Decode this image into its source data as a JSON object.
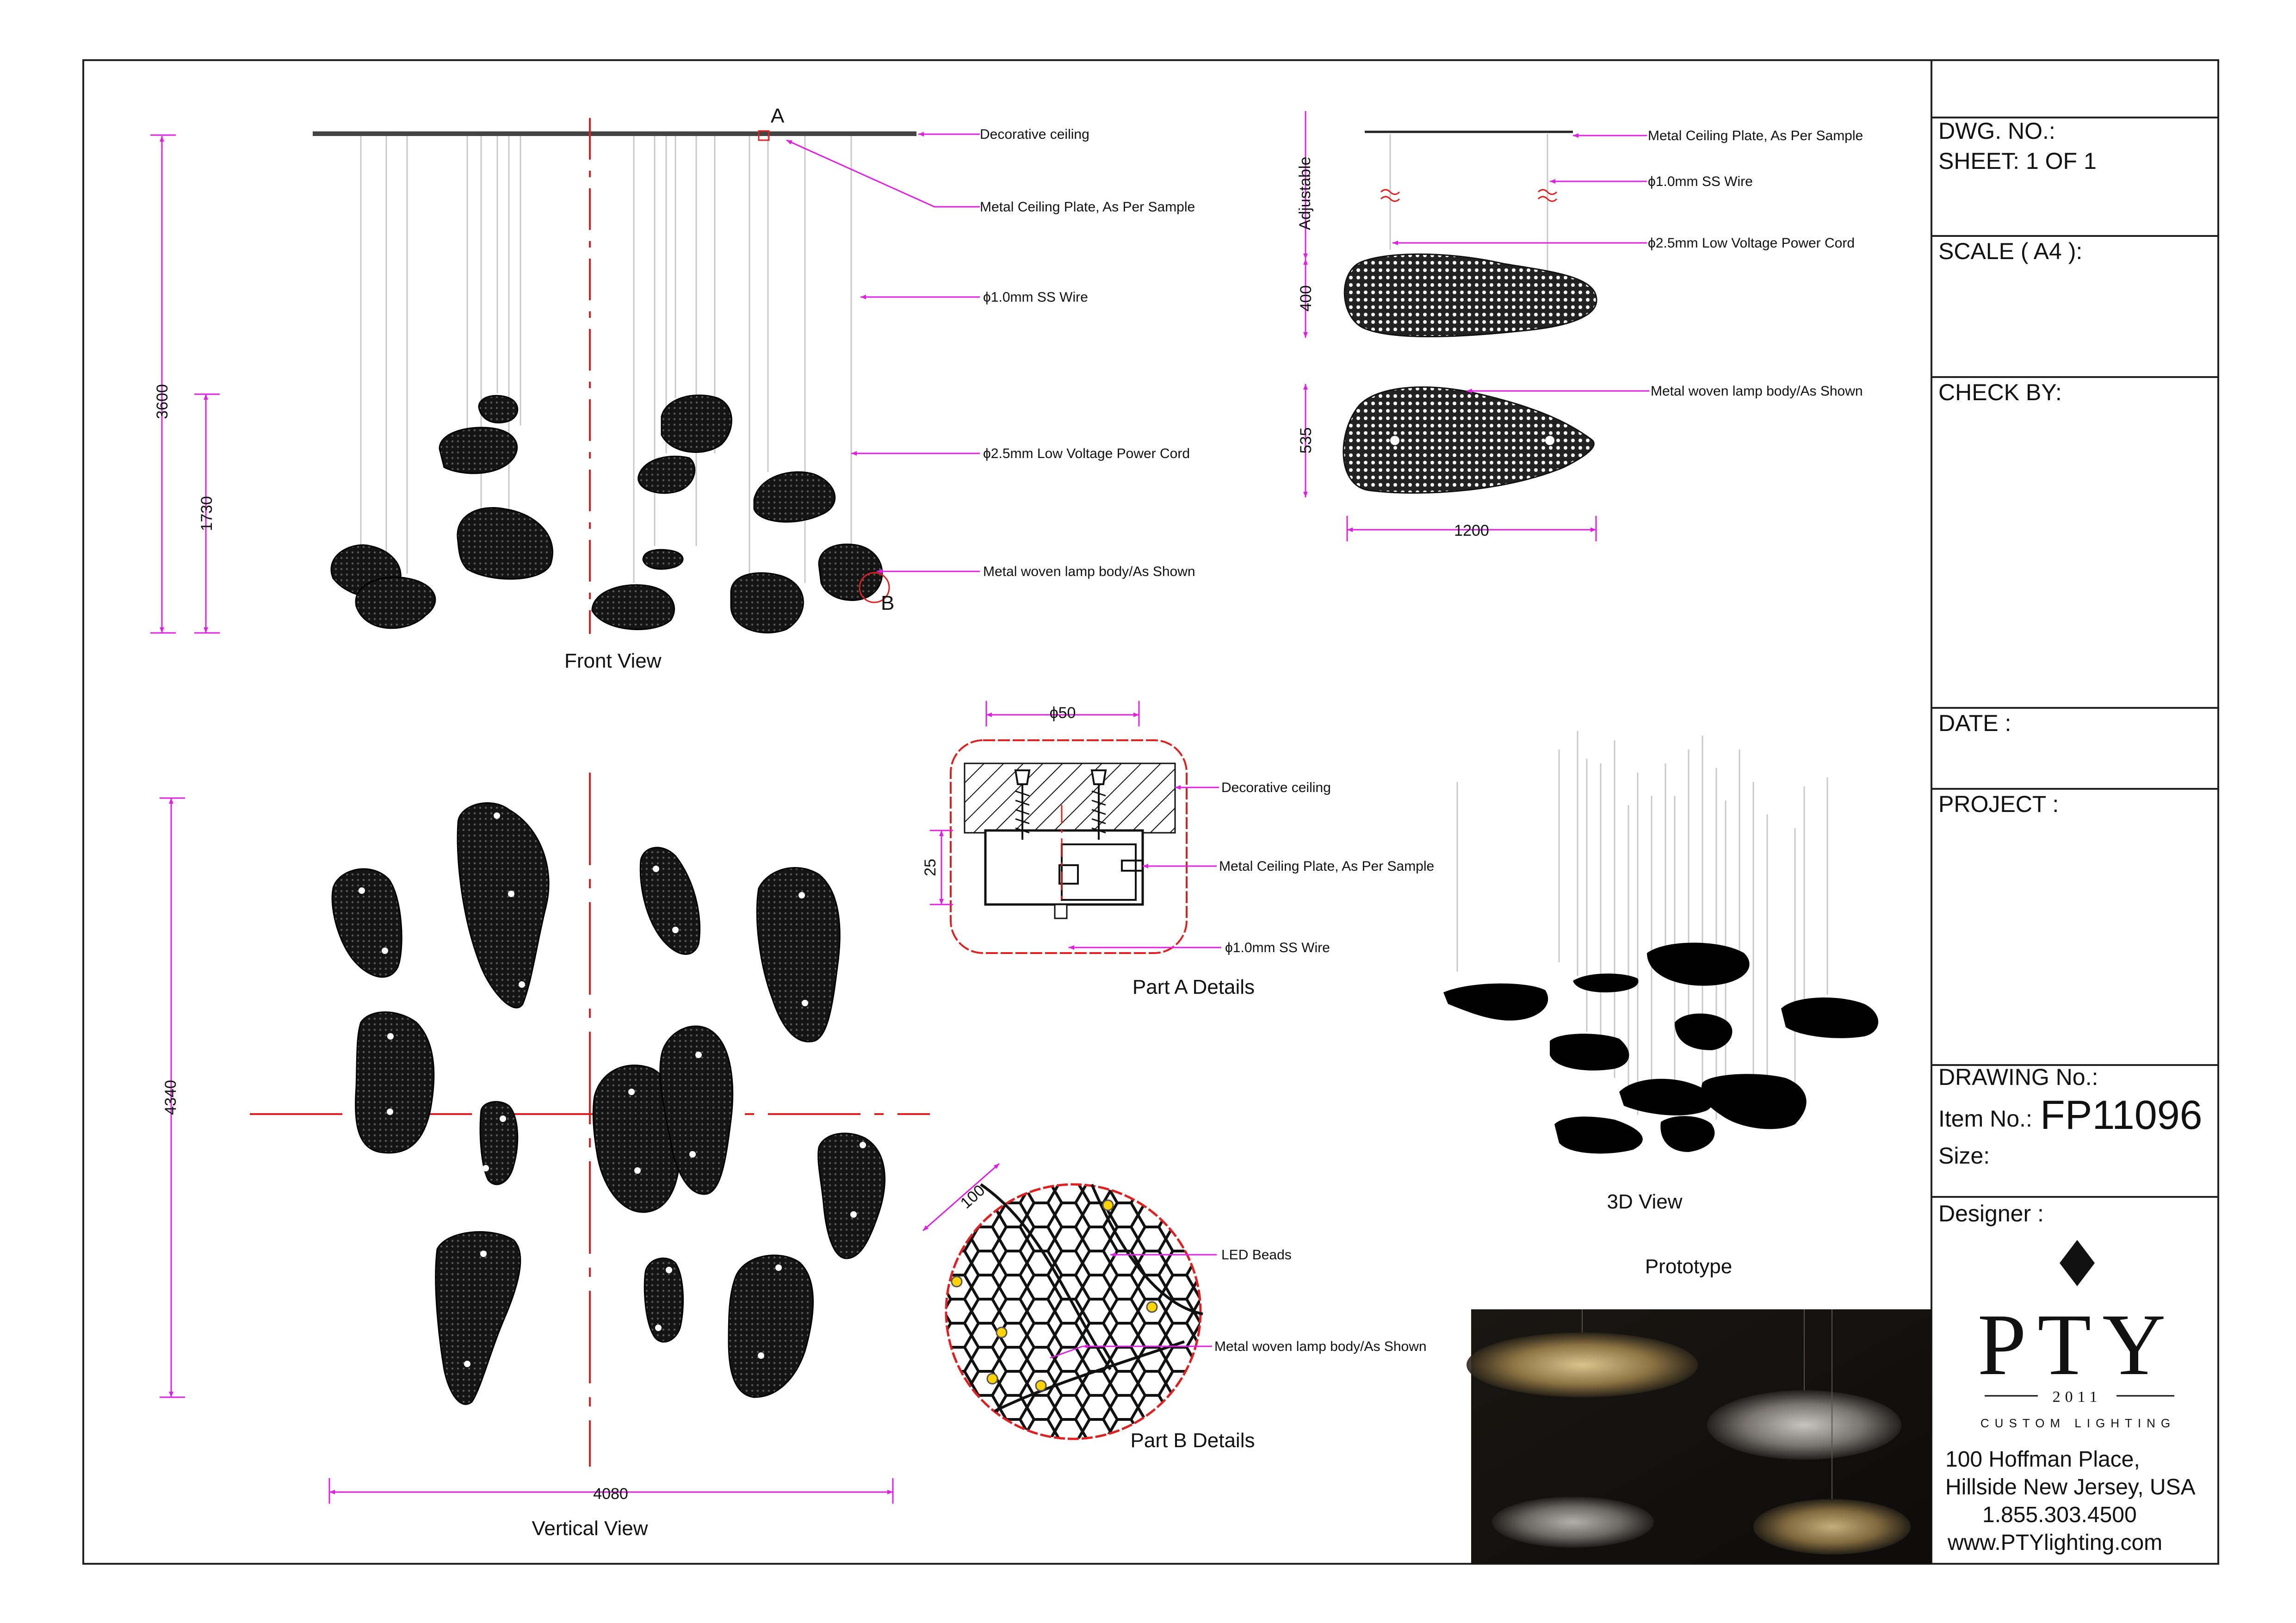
{
  "front_view": {
    "title": "Front View",
    "point_a": "A",
    "point_b": "B",
    "dim_total_height": "3600",
    "dim_lower_height": "1730",
    "callouts": [
      "Decorative ceiling",
      "Metal Ceiling Plate, As Per Sample",
      "ϕ1.0mm  SS Wire",
      "ϕ2.5mm Low Voltage Power Cord",
      "Metal woven lamp body/As Shown"
    ]
  },
  "side_view": {
    "adjustable": "Adjustable",
    "dim_height_1": "400",
    "dim_height_2": "535",
    "dim_width": "1200",
    "callouts": [
      "Metal Ceiling Plate, As Per Sample",
      "ϕ1.0mm  SS Wire",
      "ϕ2.5mm Low Voltage Power Cord",
      "Metal woven lamp body/As Shown"
    ]
  },
  "part_a": {
    "title": "Part A Details",
    "dim_diameter": "ϕ50",
    "dim_height": "25",
    "callouts": [
      "Decorative ceiling",
      "Metal Ceiling Plate, As Per Sample",
      "ϕ1.0mm  SS Wire"
    ]
  },
  "part_b": {
    "title": "Part B Details",
    "dim": "100",
    "callouts": [
      "LED  Beads",
      "Metal woven lamp body/As Shown"
    ]
  },
  "vertical_view": {
    "title": "Vertical View",
    "dim_depth": "4340",
    "dim_width": "4080"
  },
  "three_d": {
    "title": "3D View"
  },
  "prototype": {
    "title": "Prototype"
  },
  "title_block": {
    "dwg_no": "DWG. NO.:",
    "sheet": "SHEET: 1 OF 1",
    "scale": "SCALE ( A4 ):",
    "check_by": "CHECK BY:",
    "date": "DATE :",
    "project": "PROJECT :",
    "drawing_no": "DRAWING No.:",
    "item_no_label": "Item No.:",
    "item_no": "FP11096",
    "size": "Size:",
    "designer": "Designer :"
  },
  "company": {
    "name": "PTY",
    "year": "2011",
    "tagline": "CUSTOM LIGHTING",
    "address_1": "100 Hoffman Place,",
    "address_2": "Hillside New Jersey, USA",
    "phone": "1.855.303.4500",
    "web": "www.PTYlighting.com"
  },
  "colors": {
    "dimension": "#e020e0",
    "centerline": "#e02020",
    "body": "#1a1a1a"
  }
}
